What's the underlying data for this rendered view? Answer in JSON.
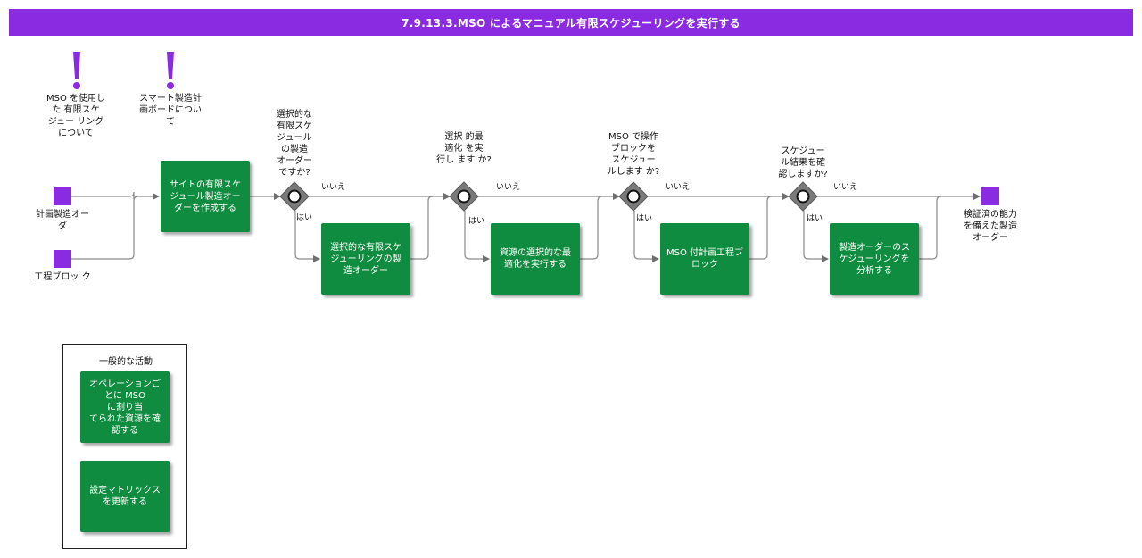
{
  "header": {
    "title": "7.9.13.3.MSO によるマニュアル有限スケジューリングを実行する"
  },
  "colors": {
    "header": "#8a2be2",
    "task": "#0f8c3f",
    "event": "#8a2be2",
    "gateway": "#7a7a7a"
  },
  "notes": [
    {
      "text": "MSO を使用し\nた 有限スケ\nジュー リング\nについて"
    },
    {
      "text": "スマート製造計\n画ボードについ\nて"
    }
  ],
  "inputs": [
    {
      "label": "計画製造オー\nダ"
    },
    {
      "label": "工程ブロッ ク"
    }
  ],
  "tasks": [
    {
      "label": "サイトの有限スケ\nジュール製造オー\nダーを作成する"
    },
    {
      "label": "選択的な有限スケ\nジューリングの製\n造オーダー"
    },
    {
      "label": "資源の選択的な最\n適化を実行する"
    },
    {
      "label": "MSO 付計画工程ブ\nロック"
    },
    {
      "label": "製造オーダーのス\nケジューリングを\n分析する"
    }
  ],
  "gateways": [
    {
      "question": "選択的な\n有限スケ\nジュール\nの製造\nオーダー\nですか?",
      "no": "いいえ",
      "yes": "はい"
    },
    {
      "question": "選択 的最\n適化 を実\n行し ます か?",
      "no": "いいえ",
      "yes": "はい"
    },
    {
      "question": "MSO で操作\nブロックを\nスケジュー\nルします か?",
      "no": "いいえ",
      "yes": "はい"
    },
    {
      "question": "スケジュー\nル結果を確\n認しますか?",
      "no": "いいえ",
      "yes": "はい"
    }
  ],
  "output": {
    "label": "検証済の能力\nを備えた製造\nオーダー"
  },
  "legend": {
    "title": "一般的な活動",
    "items": [
      {
        "label": "オペレーションご\nとに MSO\nに割り当\nてられた資源を確\n認する"
      },
      {
        "label": "設定マトリックス\nを更新する"
      }
    ]
  }
}
